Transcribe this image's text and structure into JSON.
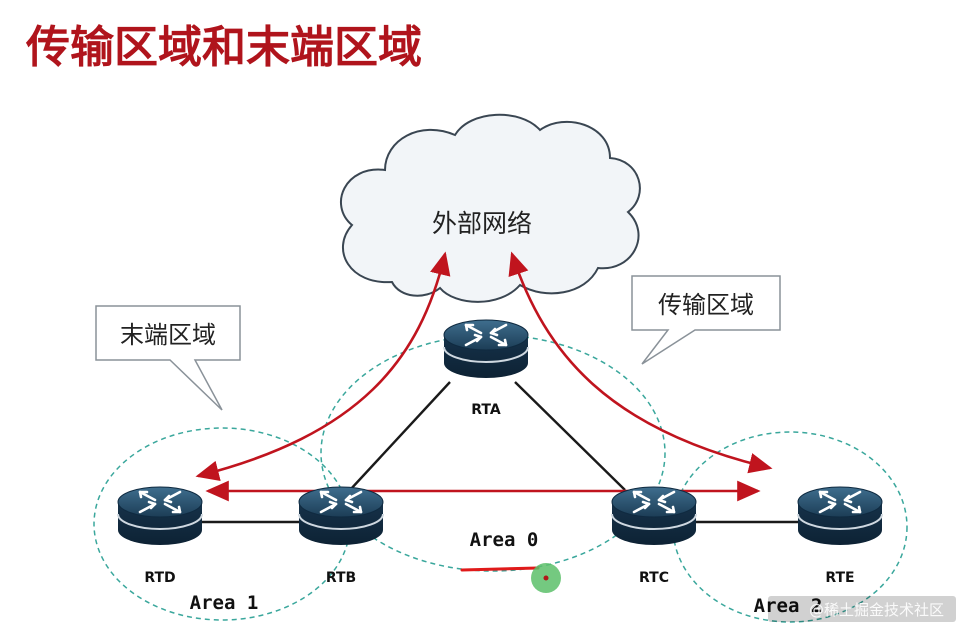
{
  "title": "传输区域和末端区域",
  "cloud": {
    "label": "外部网络"
  },
  "callouts": {
    "stub": "末端区域",
    "transit": "传输区域"
  },
  "routers": {
    "rta": "RTA",
    "rtb": "RTB",
    "rtc": "RTC",
    "rtd": "RTD",
    "rte": "RTE"
  },
  "areas": {
    "area0": "Area 0",
    "area1": "Area 1",
    "area2": "Area 2"
  },
  "watermark": "@稀土掘金技术社区",
  "colors": {
    "title": "#b0141c",
    "arrow": "#c0141e",
    "area_border": "#3aa79c",
    "router": "#1f4662"
  },
  "icons": {
    "router": "router-icon",
    "cloud": "cloud-icon"
  }
}
